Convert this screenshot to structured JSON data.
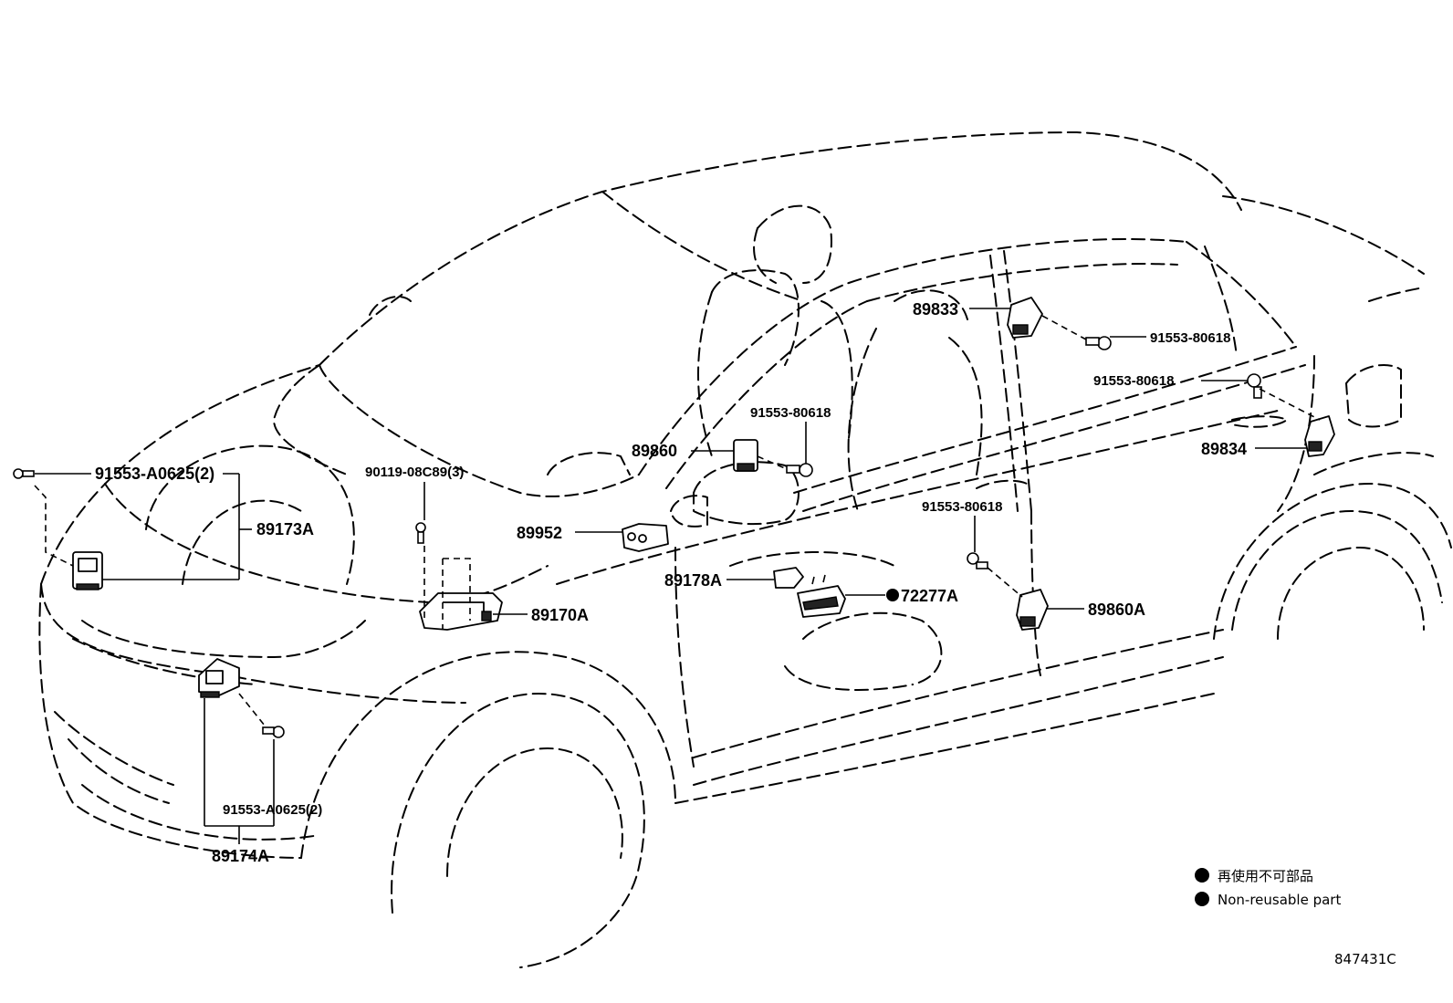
{
  "parts": {
    "p89173A": "89173A",
    "p91553_A0625_top": "91553-A0625(2)",
    "p90119": "90119-08C89(3)",
    "p89952": "89952",
    "p89170A": "89170A",
    "p89860": "89860",
    "p91553_80618_mid": "91553-80618",
    "p89833": "89833",
    "p91553_80618_top": "91553-80618",
    "p91553_80618_right": "91553-80618",
    "p89834": "89834",
    "p91553_80618_lower": "91553-80618",
    "p89178A": "89178A",
    "p72277A": "72277A",
    "p89860A": "89860A",
    "p91553_A0625_bottom": "91553-A0625(2)",
    "p89174A": "89174A"
  },
  "legend": {
    "jp": "再使用不可部品",
    "en": "Non-reusable part"
  },
  "catalog_number": "847431C"
}
